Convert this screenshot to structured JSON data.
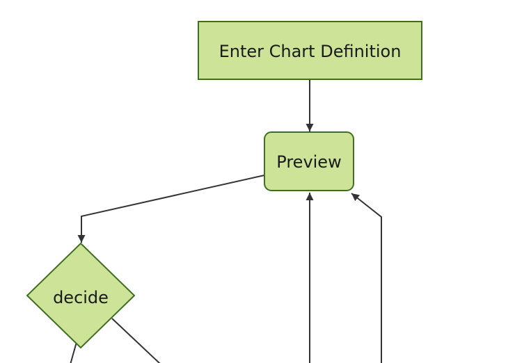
{
  "diagram": {
    "type": "flowchart",
    "direction": "top-down",
    "background": "#ffffff",
    "colors": {
      "node_fill": "#cde498",
      "node_stroke": "#3f6e21",
      "edge_stroke": "#333333",
      "label_color": "#1a1a1a"
    },
    "nodes": {
      "enter": {
        "label": "Enter Chart Definition",
        "shape": "rectangle"
      },
      "preview": {
        "label": "Preview",
        "shape": "rounded-rectangle"
      },
      "decide": {
        "label": "decide",
        "shape": "diamond"
      }
    },
    "edges": [
      {
        "name": "enter-to-preview",
        "from": "enter",
        "to": "preview",
        "arrowhead": true
      },
      {
        "name": "preview-to-decide",
        "from": "preview",
        "to": "decide",
        "arrowhead": true
      },
      {
        "name": "decide-to-offscreen-bottom-left",
        "from": "decide",
        "to": "offscreen-bottom",
        "arrowhead": false
      },
      {
        "name": "decide-to-offscreen-bottom-right",
        "from": "decide",
        "to": "offscreen-bottom",
        "arrowhead": false
      },
      {
        "name": "offscreen-bottom-to-preview",
        "from": "offscreen-bottom",
        "to": "preview",
        "arrowhead": true
      },
      {
        "name": "offscreen-bottom-to-preview-corner",
        "from": "offscreen-bottom",
        "to": "preview",
        "arrowhead": true
      }
    ]
  }
}
